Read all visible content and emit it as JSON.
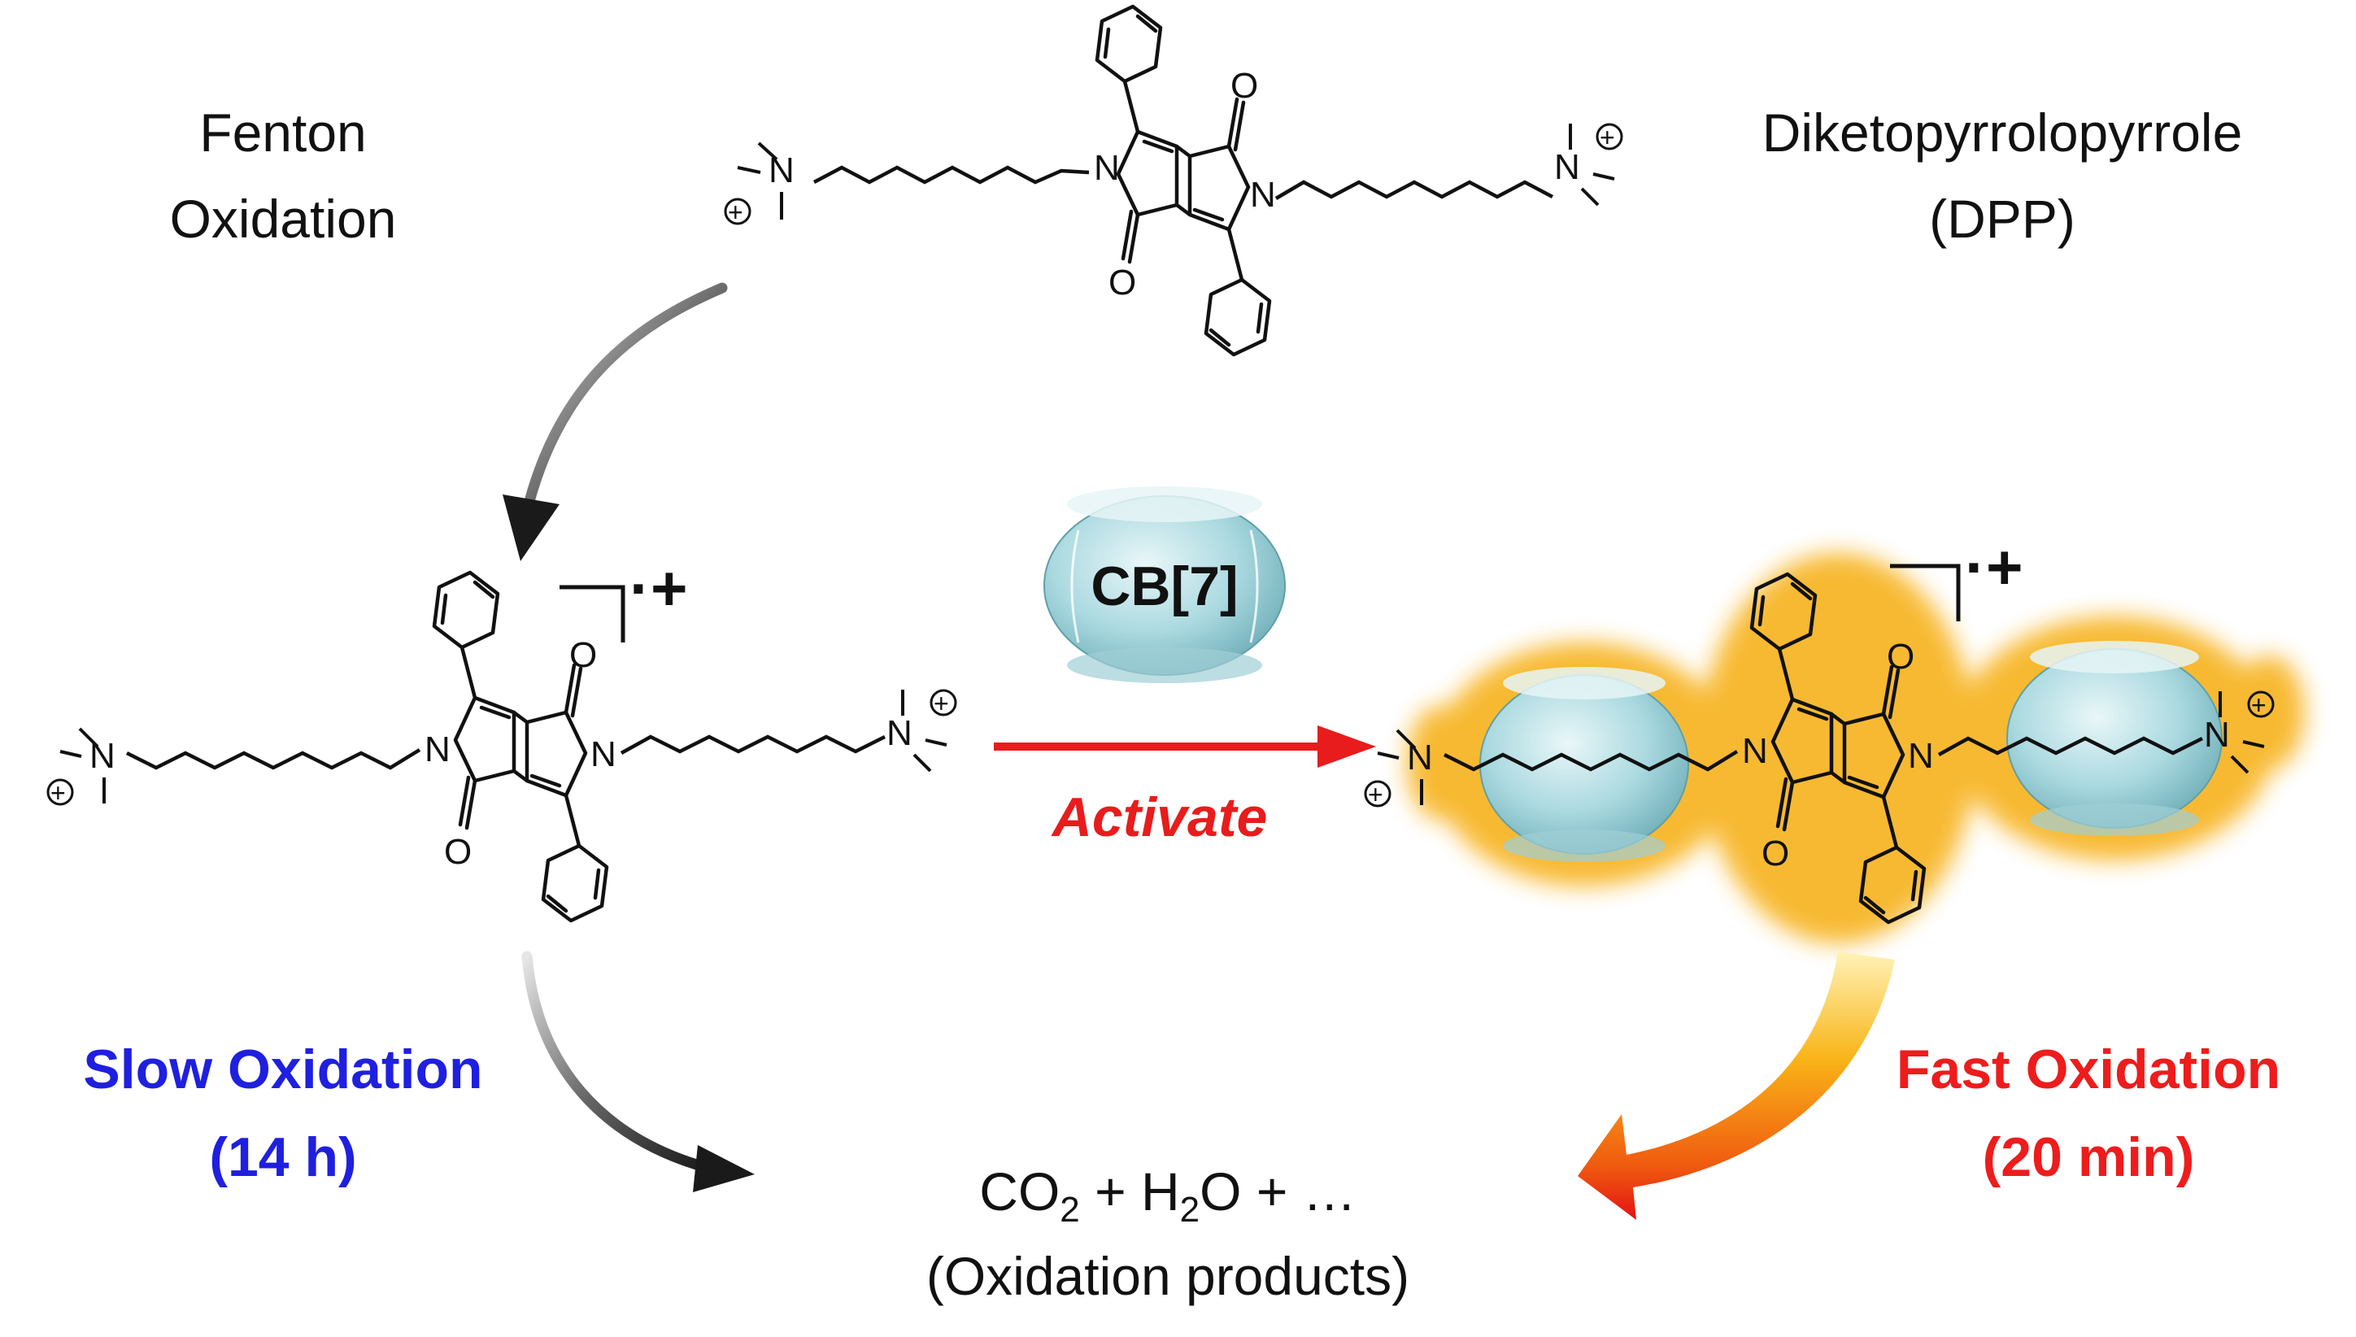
{
  "labels": {
    "fenton_line1": "Fenton",
    "fenton_line2": "Oxidation",
    "dpp_line1": "Diketopyrrolopyrrole",
    "dpp_line2": "(DPP)",
    "cb7": "CB[7]",
    "activate": "Activate",
    "slow_line1": "Slow Oxidation",
    "slow_line2": "(14 h)",
    "fast_line1": "Fast Oxidation",
    "fast_line2": "(20 min)",
    "radical_cation": "·+",
    "products_line2": "(Oxidation products)"
  },
  "products_formula": {
    "co": "CO",
    "two_a": "2",
    "plus_h": " + H",
    "two_b": "2",
    "rest": "O + …"
  },
  "atoms": {
    "n": "N",
    "o": "O",
    "plus": "+"
  },
  "colors": {
    "slow": "#1f1fe0",
    "fast": "#ee1c1c",
    "activate": "#e81c1c",
    "cb7_fill": "#aad9e0",
    "glow": "#f7b21a",
    "glow_structure": "#f3a900",
    "dark_arrow": "#222222"
  }
}
